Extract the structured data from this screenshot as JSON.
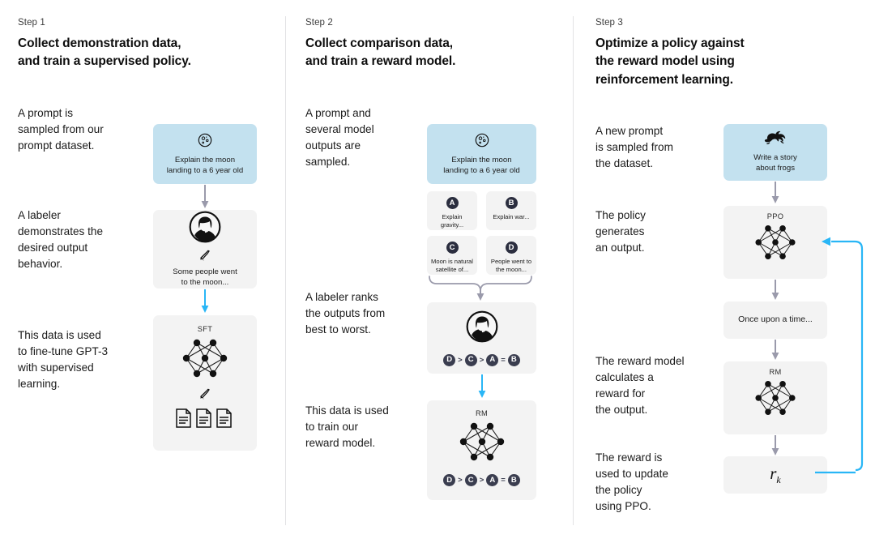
{
  "accent_blue": "#29b6f6",
  "prompt_box_color": "#c3e1ef",
  "flow_box_color": "#f3f3f3",
  "columns": [
    {
      "step_label": "Step 1",
      "title_line1": "Collect demonstration data,",
      "title_line2": "and train a supervised policy.",
      "paragraphs": [
        "A prompt is\nsampled from our\nprompt dataset.",
        "A labeler\ndemonstrates the\ndesired output\nbehavior.",
        "This data is used\nto fine-tune GPT-3\nwith supervised\nlearning."
      ],
      "prompt_box": {
        "icon": "moon-icon",
        "caption_line1": "Explain the moon",
        "caption_line2": "landing to a 6 year old"
      },
      "demo_box": {
        "icon": "labeler-avatar-icon",
        "pencil": "pencil-icon",
        "caption_line1": "Some people went",
        "caption_line2": "to the moon..."
      },
      "model_box": {
        "label": "SFT",
        "icon": "neural-network-icon",
        "pencil": "pencil-icon",
        "docs": "documents-icon"
      }
    },
    {
      "step_label": "Step 2",
      "title_line1": "Collect comparison data,",
      "title_line2": "and train a reward model.",
      "paragraphs": [
        "A prompt and\nseveral model\noutputs are\nsampled.",
        "A labeler ranks\nthe outputs from\nbest to worst.",
        "This data is used\nto train our\nreward model."
      ],
      "prompt_box": {
        "icon": "moon-icon",
        "caption_line1": "Explain the moon",
        "caption_line2": "landing to a 6 year old"
      },
      "options": [
        {
          "badge": "A",
          "text": "Explain gravity..."
        },
        {
          "badge": "B",
          "text": "Explain war..."
        },
        {
          "badge": "C",
          "text": "Moon is natural\nsatellite of..."
        },
        {
          "badge": "D",
          "text": "People went to\nthe moon..."
        }
      ],
      "rank_box": {
        "icon": "labeler-avatar-icon",
        "ranking": [
          "D",
          ">",
          "C",
          ">",
          "A",
          "=",
          "B"
        ]
      },
      "reward_model_box": {
        "label": "RM",
        "icon": "neural-network-icon",
        "ranking": [
          "D",
          ">",
          "C",
          ">",
          "A",
          "=",
          "B"
        ]
      }
    },
    {
      "step_label": "Step 3",
      "title_line1": "Optimize a policy against",
      "title_line2": "the reward model using",
      "title_line3": "reinforcement learning.",
      "paragraphs": [
        "A new prompt\nis sampled from\nthe dataset.",
        "The policy\ngenerates\nan output.",
        "The reward model\ncalculates a\nreward for\nthe output.",
        "The reward is\nused to update\nthe policy\nusing PPO."
      ],
      "prompt_box": {
        "icon": "frog-icon",
        "caption_line1": "Write a story",
        "caption_line2": "about frogs"
      },
      "policy_box": {
        "label": "PPO",
        "icon": "neural-network-icon"
      },
      "output_box": {
        "text": "Once upon a time..."
      },
      "reward_model_box": {
        "label": "RM",
        "icon": "neural-network-icon"
      },
      "reward_box": {
        "symbol": "r",
        "subscript": "k"
      }
    }
  ]
}
